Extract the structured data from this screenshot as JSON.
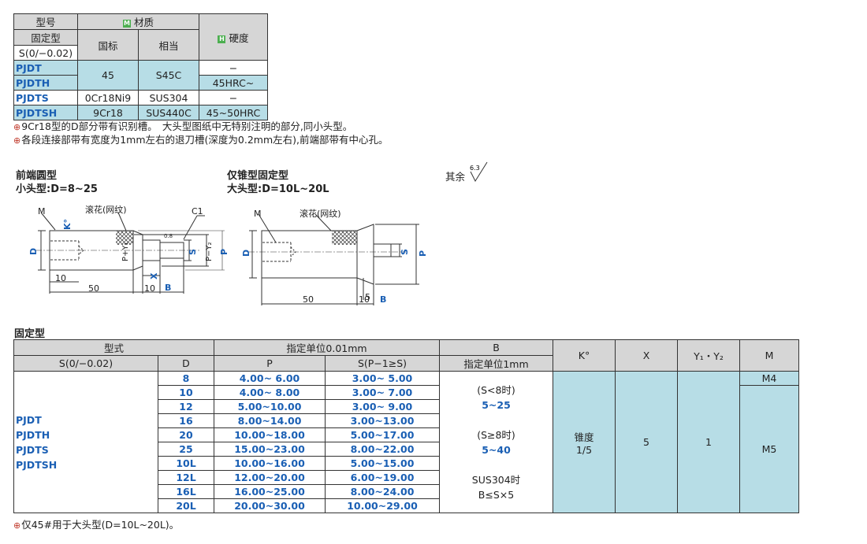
{
  "material_table": {
    "h_model": "型号",
    "h_material": "材质",
    "h_fixed": "固定型",
    "h_s": "S(0/−0.02)",
    "h_gb": "国标",
    "h_eq": "相当",
    "h_hardness": "硬度",
    "badge_m": "M",
    "badge_h": "H",
    "rows": [
      {
        "model": "PJDT",
        "gb": "45",
        "eq": "S45C",
        "hard": "−"
      },
      {
        "model": "PJDTH",
        "hard": "45HRC~"
      },
      {
        "model": "PJDTS",
        "gb": "0Cr18Ni9",
        "eq": "SUS304",
        "hard": "−"
      },
      {
        "model": "PJDTSH",
        "gb": "9Cr18",
        "eq": "SUS440C",
        "hard": "45~50HRC"
      }
    ]
  },
  "notes": {
    "mark": "⊕",
    "n1": "9Cr18型的D部分带有识别槽。　大头型图纸中无特别注明的部分,同小头型。",
    "n2": "各段连接部带有宽度为1mm左右的退刀槽(深度为0.2mm左右),前端部带有中心孔。",
    "n3": "仅45#用于大头型(D=10L~20L)。"
  },
  "drawing": {
    "left_title": "前端圆型",
    "left_sub": "小头型:D=8~25",
    "right_title": "仅锥型固定型",
    "right_sub": "大头型:D=10L~20L",
    "rest": "其余",
    "rough": "6.3",
    "m": "M",
    "knurl": "滚花(网纹)",
    "c1": "C1",
    "k": "K°",
    "d": "D",
    "p": "P",
    "s": "S",
    "py": "P+Y₁",
    "py2": "P−Y₂",
    "x": "X",
    "b": "B",
    "d10": "10",
    "d50": "50",
    "d5": "5",
    "r08": "0.8"
  },
  "dim_section_title": "固定型",
  "dim_table": {
    "h_type": "型式",
    "h_s": "S(0/−0.02)",
    "h_d": "D",
    "h_unit": "指定单位0.01mm",
    "h_p": "P",
    "h_sp": "S(P−1≥S)",
    "h_b": "B",
    "h_b_unit": "指定单位1mm",
    "h_k": "K°",
    "h_x": "X",
    "h_y": "Y₁・Y₂",
    "h_m": "M",
    "models": [
      "PJDT",
      "PJDTH",
      "PJDTS",
      "PJDTSH"
    ],
    "rows": [
      {
        "d": "8",
        "p": "4.00~ 6.00",
        "s": "3.00~ 5.00"
      },
      {
        "d": "10",
        "p": "4.00~ 8.00",
        "s": "3.00~ 7.00"
      },
      {
        "d": "12",
        "p": "5.00~10.00",
        "s": "3.00~ 9.00"
      },
      {
        "d": "16",
        "p": "8.00~14.00",
        "s": "3.00~13.00"
      },
      {
        "d": "20",
        "p": "10.00~18.00",
        "s": "5.00~17.00"
      },
      {
        "d": "25",
        "p": "15.00~23.00",
        "s": "8.00~22.00"
      },
      {
        "d": "10L",
        "p": "10.00~16.00",
        "s": "5.00~15.00"
      },
      {
        "d": "12L",
        "p": "12.00~20.00",
        "s": "6.00~19.00"
      },
      {
        "d": "16L",
        "p": "16.00~25.00",
        "s": "8.00~24.00"
      },
      {
        "d": "20L",
        "p": "20.00~30.00",
        "s": "10.00~29.00"
      }
    ],
    "b_l1": "(S<8时)",
    "b_l2": "5~25",
    "b_l3": "(S≥8时)",
    "b_l4": "5~40",
    "b_l5": "SUS304时",
    "b_l6": "B≤S×5",
    "k_val1": "锥度",
    "k_val2": "1/5",
    "x_val": "5",
    "y_val": "1",
    "m_val1": "M4",
    "m_val2": "M5"
  }
}
